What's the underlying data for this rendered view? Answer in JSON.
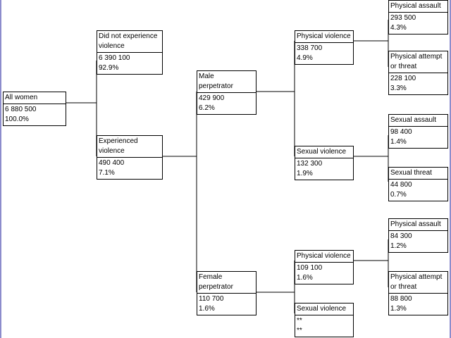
{
  "nodes": {
    "all_women": {
      "label": "All women",
      "count": "6 880 500",
      "pct": "100.0%"
    },
    "no_violence": {
      "label": "Did not experience\nviolence",
      "count": "6 390 100",
      "pct": "92.9%"
    },
    "violence": {
      "label": "Experienced\nviolence",
      "count": "490 400",
      "pct": "7.1%"
    },
    "male": {
      "label": "Male\nperpetrator",
      "count": "429 900",
      "pct": "6.2%"
    },
    "female": {
      "label": "Female\nperpetrator",
      "count": "110 700",
      "pct": "1.6%"
    },
    "male_physical": {
      "label": "Physical violence",
      "count": "338 700",
      "pct": "4.9%"
    },
    "male_sexual": {
      "label": "Sexual violence",
      "count": "132 300",
      "pct": "1.9%"
    },
    "female_physical": {
      "label": "Physical violence",
      "count": "109 100",
      "pct": "1.6%"
    },
    "female_sexual": {
      "label": "Sexual violence",
      "count": "**",
      "pct": "**"
    },
    "m_phys_assault": {
      "label": "Physical assault",
      "count": "293 500",
      "pct": "4.3%"
    },
    "m_phys_threat": {
      "label": "Physical attempt\nor threat",
      "count": "228 100",
      "pct": "3.3%"
    },
    "m_sex_assault": {
      "label": "Sexual assault",
      "count": "98 400",
      "pct": "1.4%"
    },
    "m_sex_threat": {
      "label": "Sexual threat",
      "count": "44 800",
      "pct": "0.7%"
    },
    "f_phys_assault": {
      "label": "Physical assault",
      "count": "84 300",
      "pct": "1.2%"
    },
    "f_phys_threat": {
      "label": "Physical attempt\nor threat",
      "count": "88 800",
      "pct": "1.3%"
    }
  }
}
